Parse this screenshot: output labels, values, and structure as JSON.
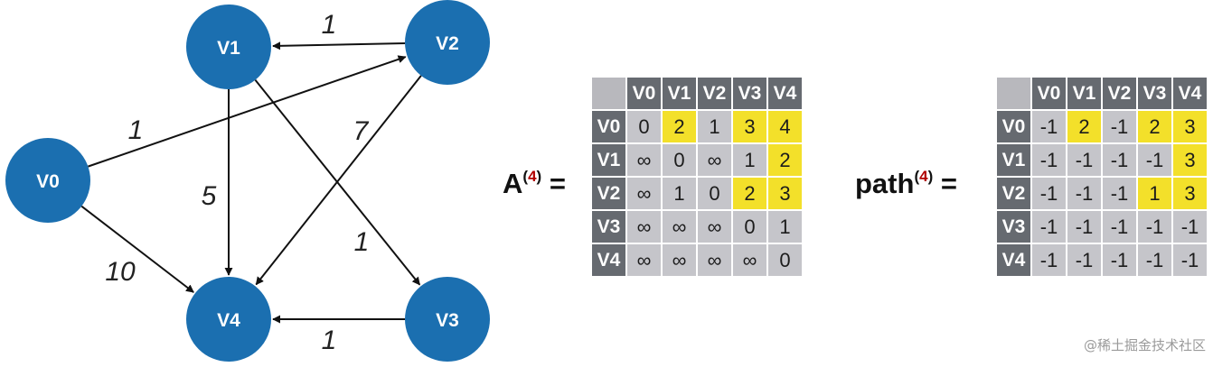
{
  "graph": {
    "nodes": [
      {
        "id": "V0",
        "label": "V0"
      },
      {
        "id": "V1",
        "label": "V1"
      },
      {
        "id": "V2",
        "label": "V2"
      },
      {
        "id": "V3",
        "label": "V3"
      },
      {
        "id": "V4",
        "label": "V4"
      }
    ],
    "edges": [
      {
        "from": "V2",
        "to": "V1",
        "weight": "1"
      },
      {
        "from": "V0",
        "to": "V2",
        "weight": "1"
      },
      {
        "from": "V0",
        "to": "V4",
        "weight": "10"
      },
      {
        "from": "V1",
        "to": "V4",
        "weight": "5"
      },
      {
        "from": "V1",
        "to": "V3",
        "weight": "1"
      },
      {
        "from": "V2",
        "to": "V4",
        "weight": "7"
      },
      {
        "from": "V3",
        "to": "V4",
        "weight": "1"
      }
    ],
    "node_color": "#1b6fb0"
  },
  "matrix_a": {
    "label_base": "A",
    "label_index": "4",
    "label_equals": "=",
    "headers": [
      "V0",
      "V1",
      "V2",
      "V3",
      "V4"
    ],
    "rows": [
      {
        "header": "V0",
        "cells": [
          {
            "v": "0"
          },
          {
            "v": "2",
            "hl": true
          },
          {
            "v": "1"
          },
          {
            "v": "3",
            "hl": true
          },
          {
            "v": "4",
            "hl": true
          }
        ]
      },
      {
        "header": "V1",
        "cells": [
          {
            "v": "∞"
          },
          {
            "v": "0"
          },
          {
            "v": "∞"
          },
          {
            "v": "1"
          },
          {
            "v": "2",
            "hl": true
          }
        ]
      },
      {
        "header": "V2",
        "cells": [
          {
            "v": "∞"
          },
          {
            "v": "1"
          },
          {
            "v": "0"
          },
          {
            "v": "2",
            "hl": true
          },
          {
            "v": "3",
            "hl": true
          }
        ]
      },
      {
        "header": "V3",
        "cells": [
          {
            "v": "∞"
          },
          {
            "v": "∞"
          },
          {
            "v": "∞"
          },
          {
            "v": "0"
          },
          {
            "v": "1"
          }
        ]
      },
      {
        "header": "V4",
        "cells": [
          {
            "v": "∞"
          },
          {
            "v": "∞"
          },
          {
            "v": "∞"
          },
          {
            "v": "∞"
          },
          {
            "v": "0"
          }
        ]
      }
    ]
  },
  "matrix_path": {
    "label_base": "path",
    "label_index": "4",
    "label_equals": "=",
    "headers": [
      "V0",
      "V1",
      "V2",
      "V3",
      "V4"
    ],
    "rows": [
      {
        "header": "V0",
        "cells": [
          {
            "v": "-1"
          },
          {
            "v": "2",
            "hl": true
          },
          {
            "v": "-1"
          },
          {
            "v": "2",
            "hl": true
          },
          {
            "v": "3",
            "hl": true
          }
        ]
      },
      {
        "header": "V1",
        "cells": [
          {
            "v": "-1"
          },
          {
            "v": "-1"
          },
          {
            "v": "-1"
          },
          {
            "v": "-1"
          },
          {
            "v": "3",
            "hl": true
          }
        ]
      },
      {
        "header": "V2",
        "cells": [
          {
            "v": "-1"
          },
          {
            "v": "-1"
          },
          {
            "v": "-1"
          },
          {
            "v": "1",
            "hl": true
          },
          {
            "v": "3",
            "hl": true
          }
        ]
      },
      {
        "header": "V3",
        "cells": [
          {
            "v": "-1"
          },
          {
            "v": "-1"
          },
          {
            "v": "-1"
          },
          {
            "v": "-1"
          },
          {
            "v": "-1"
          }
        ]
      },
      {
        "header": "V4",
        "cells": [
          {
            "v": "-1"
          },
          {
            "v": "-1"
          },
          {
            "v": "-1"
          },
          {
            "v": "-1"
          },
          {
            "v": "-1"
          }
        ]
      }
    ]
  },
  "watermark": "@稀土掘金技术社区"
}
